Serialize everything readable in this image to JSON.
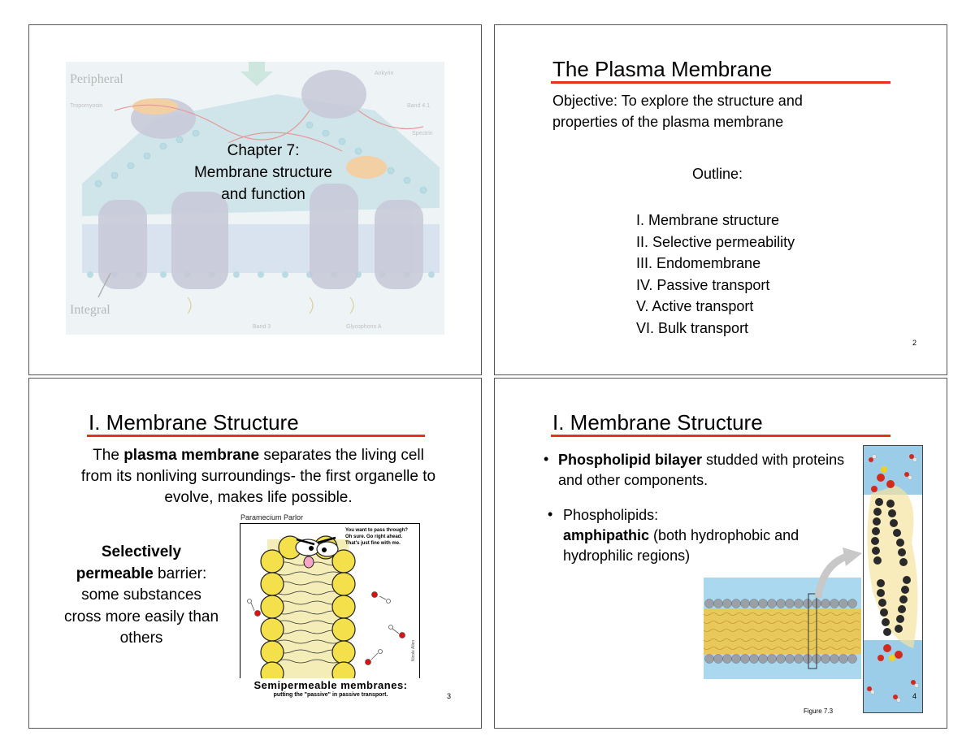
{
  "slide1": {
    "title_lines": [
      "Chapter 7:",
      "Membrane structure",
      "and function"
    ],
    "figure_labels": {
      "peripheral": "Peripheral",
      "integral": "Integral",
      "ankyrin": "Ankyrin",
      "band41": "Band 4.1",
      "spectrin": "Spectrin",
      "band3": "Band 3",
      "glycophorin": "Glycophorin A",
      "tropomyosin": "Tropomyosin"
    }
  },
  "slide2": {
    "heading": "The Plasma Membrane",
    "objective_lines": [
      "Objective: To explore the structure and",
      "properties of the plasma membrane"
    ],
    "outline_label": "Outline:",
    "outline_items": [
      "I.  Membrane structure",
      "II.  Selective permeability",
      "III.  Endomembrane",
      "IV. Passive transport",
      "V.  Active transport",
      "VI. Bulk transport"
    ],
    "page_number": "2"
  },
  "slide3": {
    "heading": "I. Membrane Structure",
    "body_pre": "The ",
    "body_bold": "plasma membrane",
    "body_post": " separates the living cell from its nonliving surroundings- the first organelle to evolve, makes life possible.",
    "side_bold1": "Selectively",
    "side_bold2": "permeable",
    "side_rest": " barrier: some substances cross more easily than others",
    "cartoon": {
      "title": "Paramecium Parlor",
      "speech": [
        "You want to pass through?",
        "Oh sure. Go right ahead.",
        "That's just fine with me."
      ],
      "caption_bold": "Semipermeable membranes:",
      "caption_sub": "putting the \"passive\" in passive transport.",
      "signature": "Nicole Allen"
    },
    "page_number": "3"
  },
  "slide4": {
    "heading": "I. Membrane Structure",
    "bullet1_bold": "Phospholipid bilayer",
    "bullet1_rest": " studded with proteins and other components.",
    "bullet2_lead": "Phospholipids:",
    "bullet2_bold": "amphipathic",
    "bullet2_rest": " (both hydrophobic and hydrophilic regions)",
    "bullet_symbol": "•",
    "figure_caption": "Figure 7.3",
    "page_number": "4"
  },
  "colors": {
    "rule": "#e8311a",
    "membrane_bg": "#d8eaf0",
    "lipid_head": "#9aa0a8",
    "tail": "#f0c64a",
    "water": "#9ccde8",
    "cartoon_yellow": "#f3e04a"
  }
}
